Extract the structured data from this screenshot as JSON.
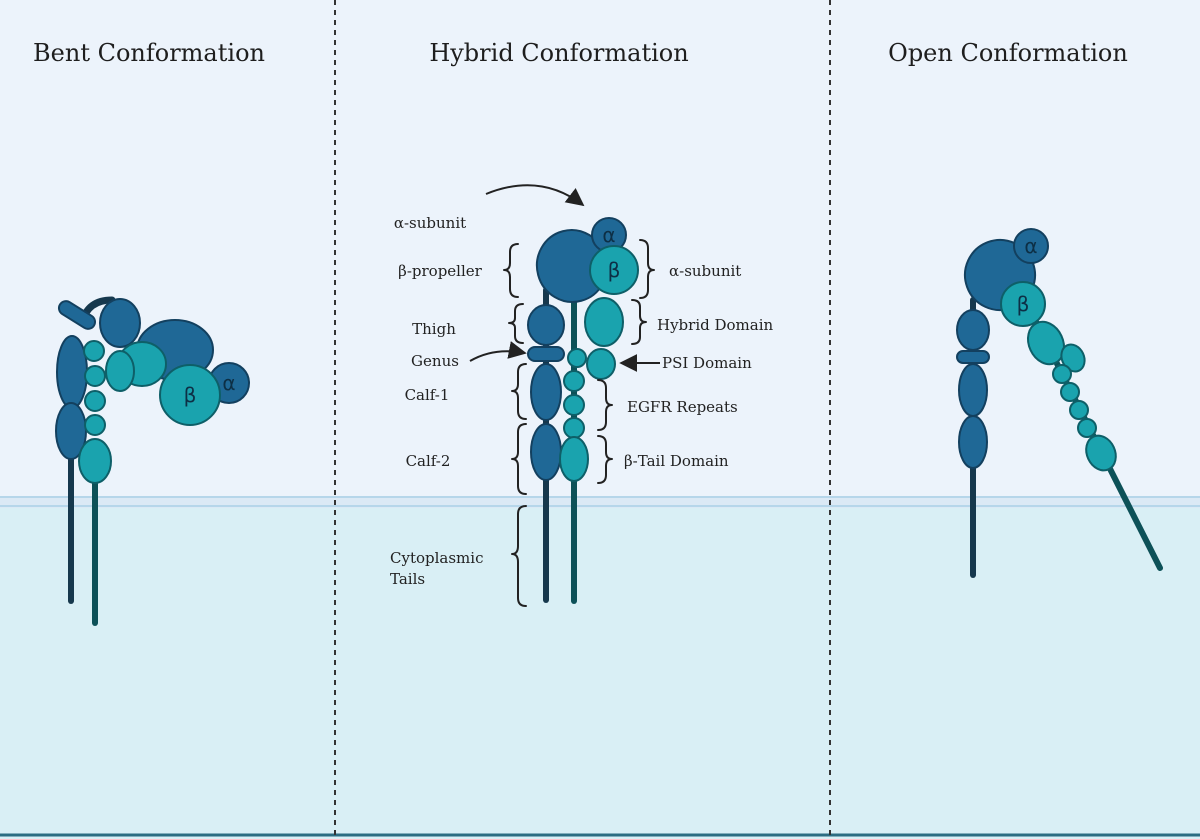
{
  "panels": [
    {
      "title": "Bent Conformation"
    },
    {
      "title": "Hybrid Conformation"
    },
    {
      "title": "Open Conformation"
    }
  ],
  "subunit_symbols": {
    "alpha": "α",
    "beta": "β"
  },
  "hybrid_labels": {
    "left": {
      "alpha_subunit": "α-subunit",
      "beta_propeller": "β-propeller",
      "thigh": "Thigh",
      "genus": "Genus",
      "calf1": "Calf-1",
      "calf2": "Calf-2",
      "cytoplasmic_line1": "Cytoplasmic",
      "cytoplasmic_line2": "Tails"
    },
    "right": {
      "alpha_subunit": "α-subunit",
      "hybrid_domain": "Hybrid Domain",
      "psi_domain": "PSI Domain",
      "egfr_repeats": "EGFR Repeats",
      "beta_tail": "β-Tail Domain"
    }
  },
  "colors": {
    "extracellular_bg": "#ecf3fb",
    "cytoplasm_bg": "#d9eff5",
    "membrane": "#b6d6ea",
    "alpha_fill": "#1f6896",
    "beta_fill": "#1aa3ae",
    "alpha_tail": "#16384d",
    "beta_tail": "#0d5158",
    "divider": "#333333"
  }
}
